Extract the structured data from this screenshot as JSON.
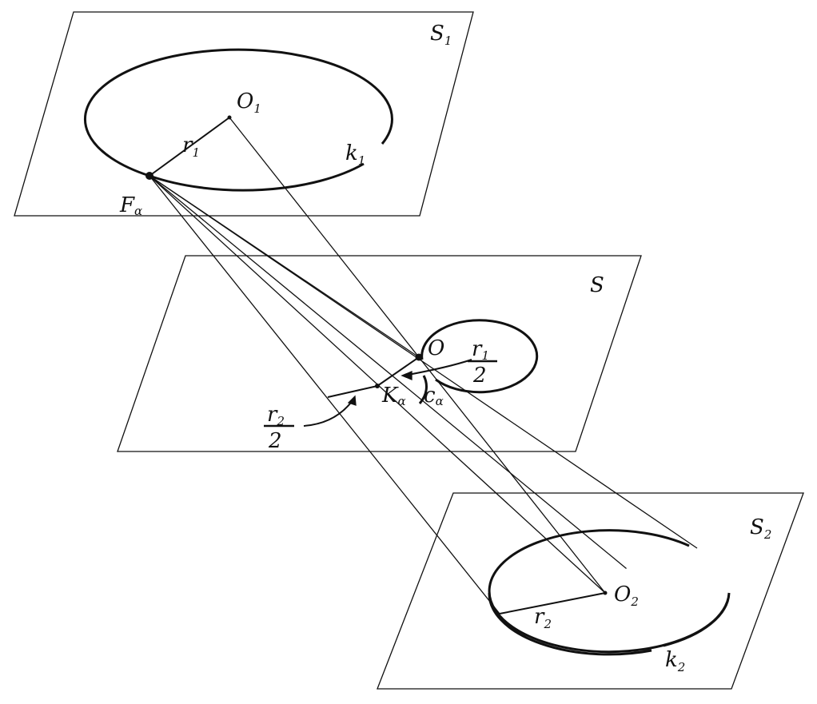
{
  "planes": {
    "s1": "S",
    "s1_sub": "1",
    "s": "S",
    "s2": "S",
    "s2_sub": "2"
  },
  "points": {
    "o1": "O",
    "o1_sub": "1",
    "f": "F",
    "f_sub": "α",
    "o": "O",
    "k": "K",
    "k_sub": "α",
    "o2": "O",
    "o2_sub": "2"
  },
  "curves": {
    "k1": "k",
    "k1_sub": "1",
    "k2": "k",
    "k2_sub": "2",
    "c": "c",
    "c_sub": "α"
  },
  "radii": {
    "r1": "r",
    "r1_sub": "1",
    "r2": "r",
    "r2_sub": "2",
    "half_r1_num": "r",
    "half_r1_sub": "1",
    "half_r1_den": "2",
    "half_r2_num": "r",
    "half_r2_sub": "2",
    "half_r2_den": "2"
  },
  "colors": {
    "ink": "#111111",
    "paper": "#ffffff"
  }
}
